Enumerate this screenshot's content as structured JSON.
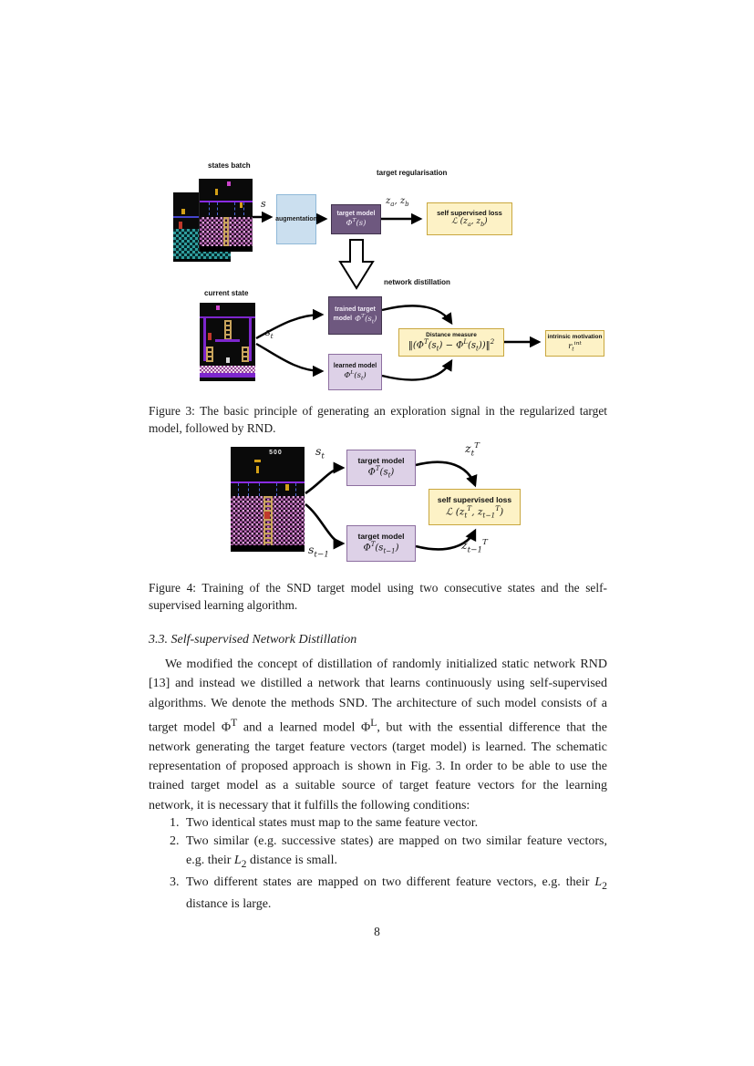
{
  "page": {
    "number": "8"
  },
  "colors": {
    "box_blue": "#cbdfef",
    "box_purple_dark": "#6e587f",
    "box_purple_light": "#ddd1e7",
    "box_yellow": "#fdf2c6",
    "border_yellow": "#c9a73f",
    "arrow_black": "#000000"
  },
  "fig3": {
    "labels": {
      "states_batch": "states batch",
      "target_regularisation": "target regularisation",
      "network_distillation": "network distillation",
      "current_state": "current state"
    },
    "boxes": {
      "augmentation": "augmentation",
      "target_model_title": "target model",
      "ssl_title": "self supervised loss",
      "trained_target_line1": "trained target",
      "trained_target_word": "model",
      "learned_model_title": "learned model",
      "distance_title": "Distance measure",
      "intrinsic_title": "intrinsic motivation"
    },
    "math": {
      "s": [
        {
          "t": "s"
        }
      ],
      "phiT_s": [
        {
          "t": "Φ"
        },
        {
          "sup": "T"
        },
        {
          "t": "(s)"
        }
      ],
      "zab": [
        {
          "t": "z"
        },
        {
          "sub": "a"
        },
        {
          "t": ", z"
        },
        {
          "sub": "b"
        }
      ],
      "loss_ab": [
        {
          "t": "ℒ (z"
        },
        {
          "sub": "a"
        },
        {
          "t": ", z"
        },
        {
          "sub": "b"
        },
        {
          "t": ")"
        }
      ],
      "st": [
        {
          "t": "s"
        },
        {
          "sub": "t"
        }
      ],
      "trained_formula": [
        {
          "t": "Φ"
        },
        {
          "sup": "T"
        },
        {
          "t": "(s"
        },
        {
          "sub": "t"
        },
        {
          "t": ")"
        }
      ],
      "phiL_st": [
        {
          "t": "Φ"
        },
        {
          "sup": "L"
        },
        {
          "t": "(s"
        },
        {
          "sub": "t"
        },
        {
          "t": ")"
        }
      ],
      "distance": [
        {
          "t": "‖(Φ"
        },
        {
          "sup": "T"
        },
        {
          "t": "(s"
        },
        {
          "sub": "t"
        },
        {
          "t": ") − Φ"
        },
        {
          "sup": "L"
        },
        {
          "t": "(s"
        },
        {
          "sub": "t"
        },
        {
          "t": "))‖"
        },
        {
          "sup": "2"
        }
      ],
      "intrinsic": [
        {
          "t": "r"
        },
        {
          "sub": "t"
        },
        {
          "sup": "int"
        }
      ]
    },
    "caption": "Figure 3: The basic principle of generating an exploration signal in the regularized target model, followed by RND."
  },
  "fig4": {
    "boxes": {
      "target_model_title": "target model",
      "ssl_title": "self supervised loss"
    },
    "screen": {
      "score": "500"
    },
    "math": {
      "st": [
        {
          "t": "s"
        },
        {
          "sub": "t"
        }
      ],
      "st1": [
        {
          "t": "s"
        },
        {
          "sub": "t−1"
        }
      ],
      "phiT_st": [
        {
          "t": "Φ"
        },
        {
          "sup": "T"
        },
        {
          "t": "(s"
        },
        {
          "sub": "t"
        },
        {
          "t": ")"
        }
      ],
      "phiT_st1": [
        {
          "t": "Φ"
        },
        {
          "sup": "T"
        },
        {
          "t": "(s"
        },
        {
          "sub": "t−1"
        },
        {
          "t": ")"
        }
      ],
      "ztT": [
        {
          "t": "z"
        },
        {
          "sub": "t"
        },
        {
          "sup": "T"
        }
      ],
      "zt1T": [
        {
          "t": "z"
        },
        {
          "sub": "t−1"
        },
        {
          "sup": "T"
        }
      ],
      "loss": [
        {
          "t": "ℒ (z"
        },
        {
          "sub": "t"
        },
        {
          "sup": "T"
        },
        {
          "t": ", z"
        },
        {
          "sub": "t−1"
        },
        {
          "sup": "T"
        },
        {
          "t": ")"
        }
      ]
    },
    "caption": "Figure 4: Training of the SND target model using two consecutive states and the self-supervised learning algorithm."
  },
  "section": {
    "heading": "3.3. Self-supervised Network Distillation"
  },
  "paragraph": {
    "segs": [
      {
        "t": "We modified the concept of distillation of randomly initialized static network RND [13] and instead we distilled a network that learns continuously using self-supervised algorithms. We denote the methods SND. The architecture of such model consists of a target model Φ"
      },
      {
        "sup": "T"
      },
      {
        "t": " and a learned model Φ"
      },
      {
        "sup": "L"
      },
      {
        "t": ", but with the essential difference that the network generating the target feature vectors (target model) is learned. The schematic representation of proposed approach is shown in Fig. 3. In order to be able to use the trained target model as a suitable source of target feature vectors for the learning network, it is necessary that it fulfills the following conditions:"
      }
    ]
  },
  "list": {
    "items": [
      {
        "num": "1.",
        "segs": [
          {
            "t": "Two identical states must map to the same feature vector."
          }
        ]
      },
      {
        "num": "2.",
        "segs": [
          {
            "t": "Two similar (e.g. successive states) are mapped on two similar feature vectors, e.g. their "
          },
          {
            "t": "L",
            "i": true
          },
          {
            "sub": "2"
          },
          {
            "t": " distance is small."
          }
        ]
      },
      {
        "num": "3.",
        "segs": [
          {
            "t": "Two different states are mapped on two different feature vectors, e.g. their "
          },
          {
            "t": "L",
            "i": true
          },
          {
            "sub": "2"
          },
          {
            "t": " distance is large."
          }
        ]
      }
    ]
  }
}
